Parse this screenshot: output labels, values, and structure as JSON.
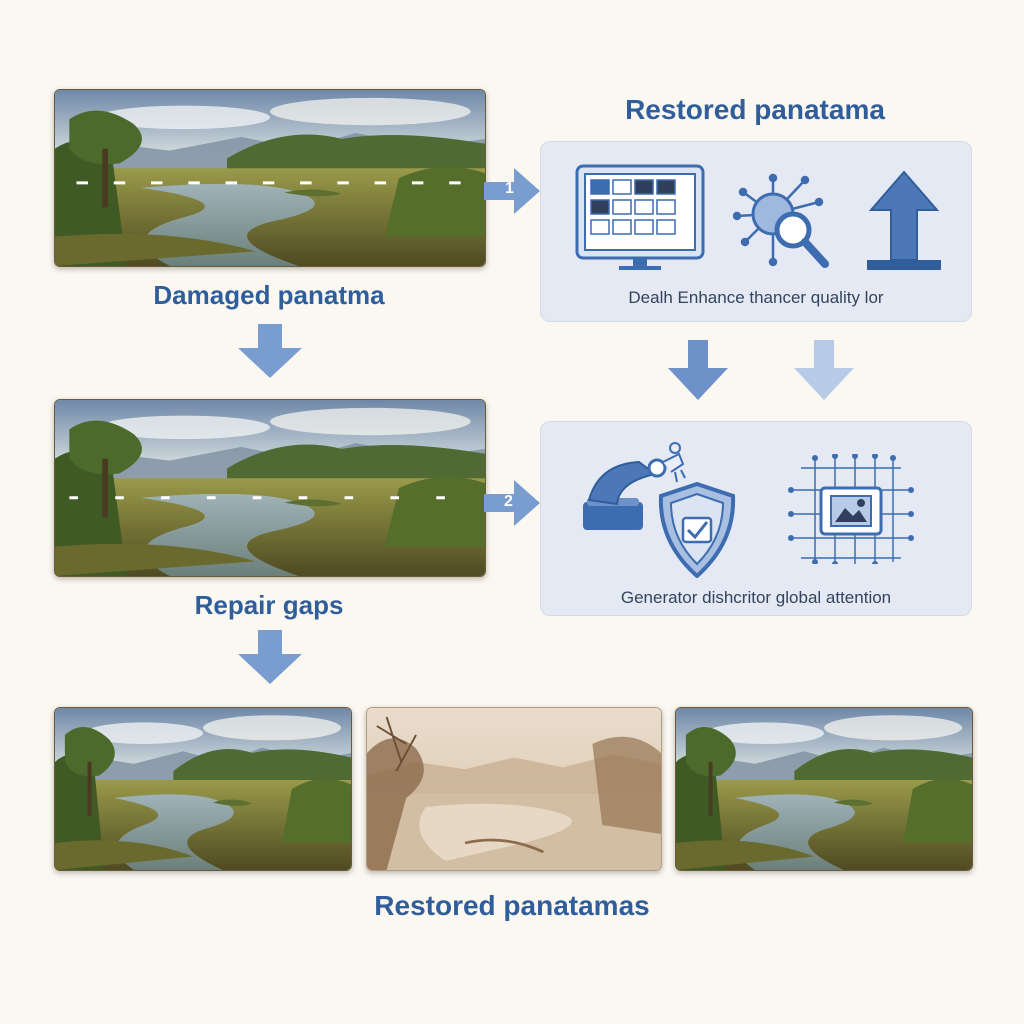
{
  "labels": {
    "damaged": "Damaged panatma",
    "repair": "Repair gaps",
    "restored_top": "Restored panatama",
    "restored_bottom": "Restored panatamas"
  },
  "panel_top": {
    "caption": "Dealh Enhance thancer quality lor",
    "icons": [
      "image-grid-icon",
      "detail-magnifier-icon",
      "upscale-arrow-icon"
    ]
  },
  "panel_bottom": {
    "caption": "Generator dishcritor global attention",
    "icons": [
      "generator-robot-arm-icon",
      "discriminator-shield-icon",
      "global-attention-network-icon"
    ]
  },
  "step_markers": [
    "1",
    "2"
  ],
  "colors": {
    "label_blue": "#2f5e9b",
    "panel_bg": "#e4e9f3",
    "icon_blue": "#3d6cb0",
    "arrow_blue": "#7a9dd0",
    "background": "#fbf8f2"
  }
}
